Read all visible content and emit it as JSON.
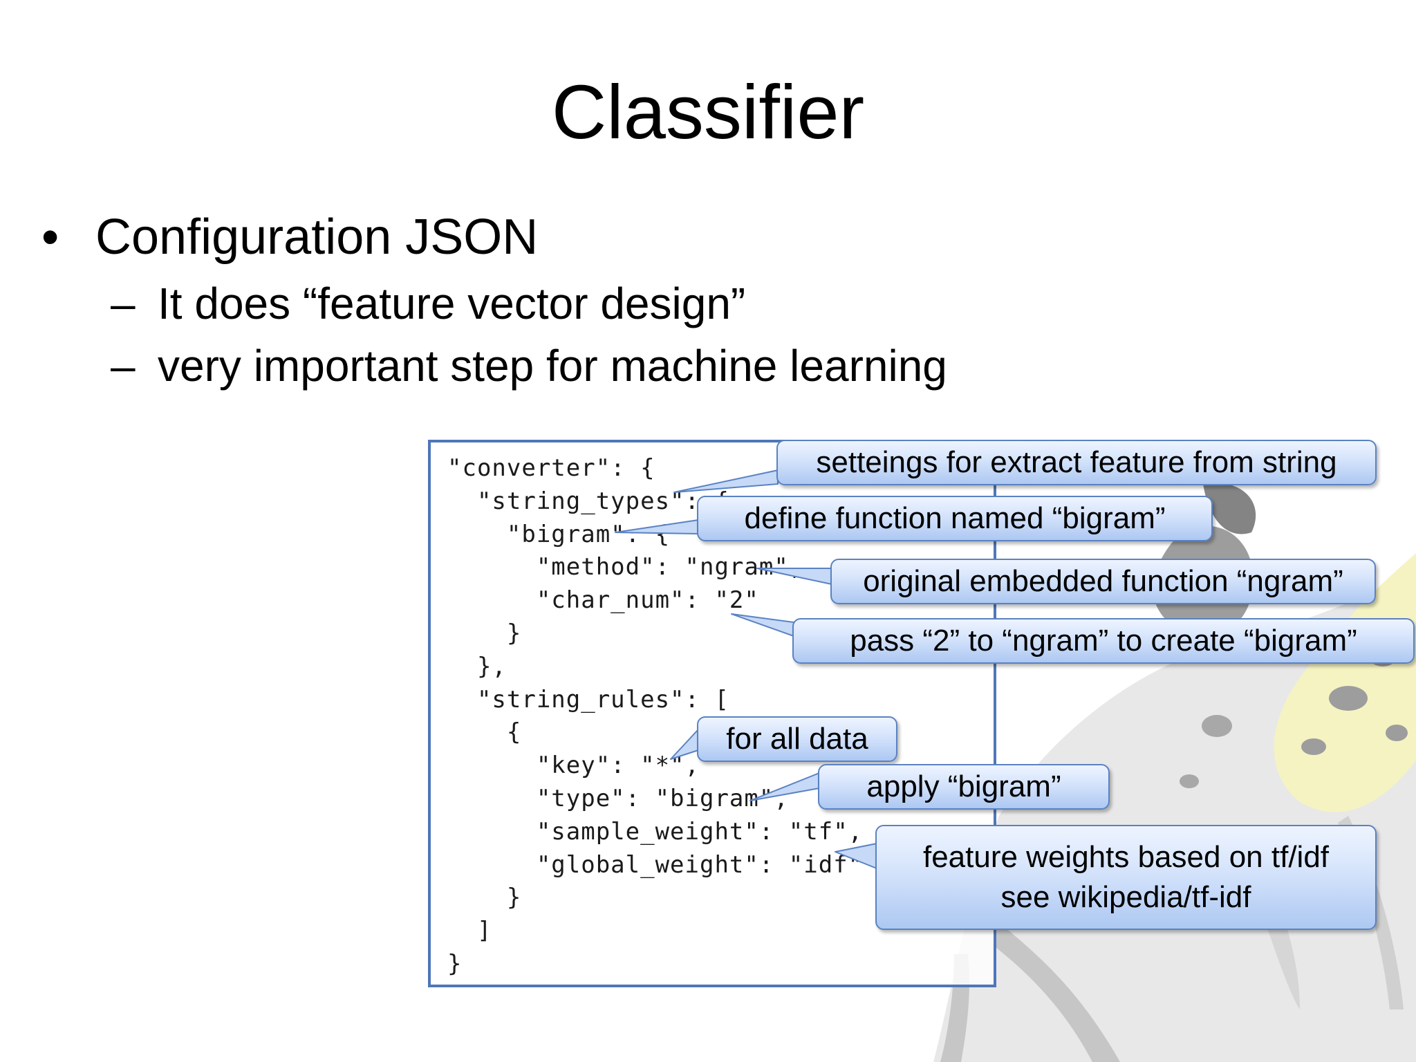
{
  "slide": {
    "title": "Classifier",
    "bullet": "Configuration JSON",
    "sub_bullets": [
      "It does “feature vector design”",
      "very important step for machine learning"
    ],
    "bullet_mark": "•",
    "dash_mark": "–"
  },
  "code": {
    "text": "\"converter\": {\n  \"string_types\": {\n    \"bigram\": {\n      \"method\": \"ngram\",\n      \"char_num\": \"2\"\n    }\n  },\n  \"string_rules\": [\n    {\n      \"key\": \"*\",\n      \"type\": \"bigram\",\n      \"sample_weight\": \"tf\",\n      \"global_weight\": \"idf\"\n    }\n  ]\n}"
  },
  "callouts": {
    "converter": "setteings for extract feature from string",
    "bigram_def": "define function named “bigram”",
    "ngram": "original embedded function “ngram”",
    "char_num": "pass “2” to “ngram” to create “bigram”",
    "key": "for all data",
    "type": "apply “bigram”",
    "weights_line1": "feature weights based on tf/idf",
    "weights_line2": "see wikipedia/tf-idf"
  },
  "colors": {
    "callout_border": "#5a82c2",
    "code_border": "#4f76b8",
    "background_art": "#c9c9c9"
  },
  "background_art": {
    "icon": "decorative-mascot-watermark"
  }
}
